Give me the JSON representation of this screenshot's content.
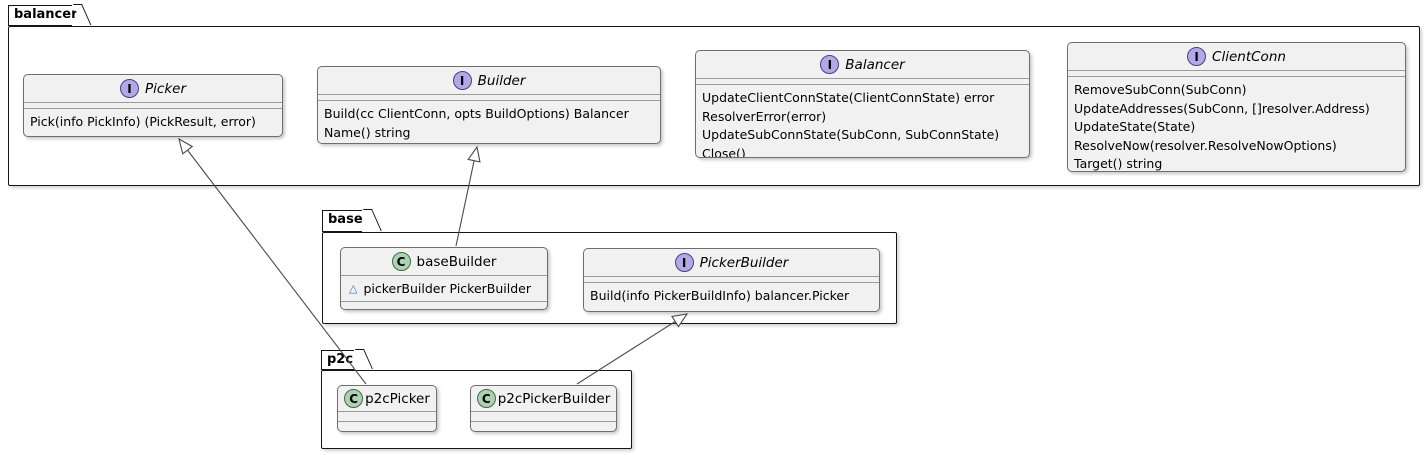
{
  "icons": {
    "interface": "I",
    "class": "C",
    "field_package": "△"
  },
  "packages": {
    "balancer": {
      "label": "balancer"
    },
    "base": {
      "label": "base"
    },
    "p2c": {
      "label": "p2c"
    }
  },
  "classes": {
    "Picker": {
      "kind": "interface",
      "name": "Picker",
      "methods": [
        "Pick(info PickInfo) (PickResult, error)"
      ]
    },
    "Builder": {
      "kind": "interface",
      "name": "Builder",
      "methods": [
        "Build(cc ClientConn, opts BuildOptions) Balancer",
        "Name() string"
      ]
    },
    "Balancer": {
      "kind": "interface",
      "name": "Balancer",
      "methods": [
        "UpdateClientConnState(ClientConnState) error",
        "ResolverError(error)",
        "UpdateSubConnState(SubConn, SubConnState)",
        "Close()"
      ]
    },
    "ClientConn": {
      "kind": "interface",
      "name": "ClientConn",
      "methods": [
        "RemoveSubConn(SubConn)",
        "UpdateAddresses(SubConn, []resolver.Address)",
        "UpdateState(State)",
        "ResolveNow(resolver.ResolveNowOptions)",
        "Target() string"
      ]
    },
    "baseBuilder": {
      "kind": "class",
      "name": "baseBuilder",
      "fields": [
        "pickerBuilder PickerBuilder"
      ]
    },
    "PickerBuilder": {
      "kind": "interface",
      "name": "PickerBuilder",
      "methods": [
        "Build(info PickerBuildInfo) balancer.Picker"
      ]
    },
    "p2cPicker": {
      "kind": "class",
      "name": "p2cPicker"
    },
    "p2cPickerBuilder": {
      "kind": "class",
      "name": "p2cPickerBuilder"
    }
  },
  "relations": [
    {
      "from": "p2cPicker",
      "to": "Picker",
      "type": "implements"
    },
    {
      "from": "baseBuilder",
      "to": "Builder",
      "type": "implements"
    },
    {
      "from": "p2cPickerBuilder",
      "to": "PickerBuilder",
      "type": "implements"
    }
  ],
  "colors": {
    "interface_icon": "#B4A7E5",
    "class_icon": "#ADD1B2",
    "box_fill": "#F1F1F1",
    "field_triangle": "#3A77B5"
  }
}
